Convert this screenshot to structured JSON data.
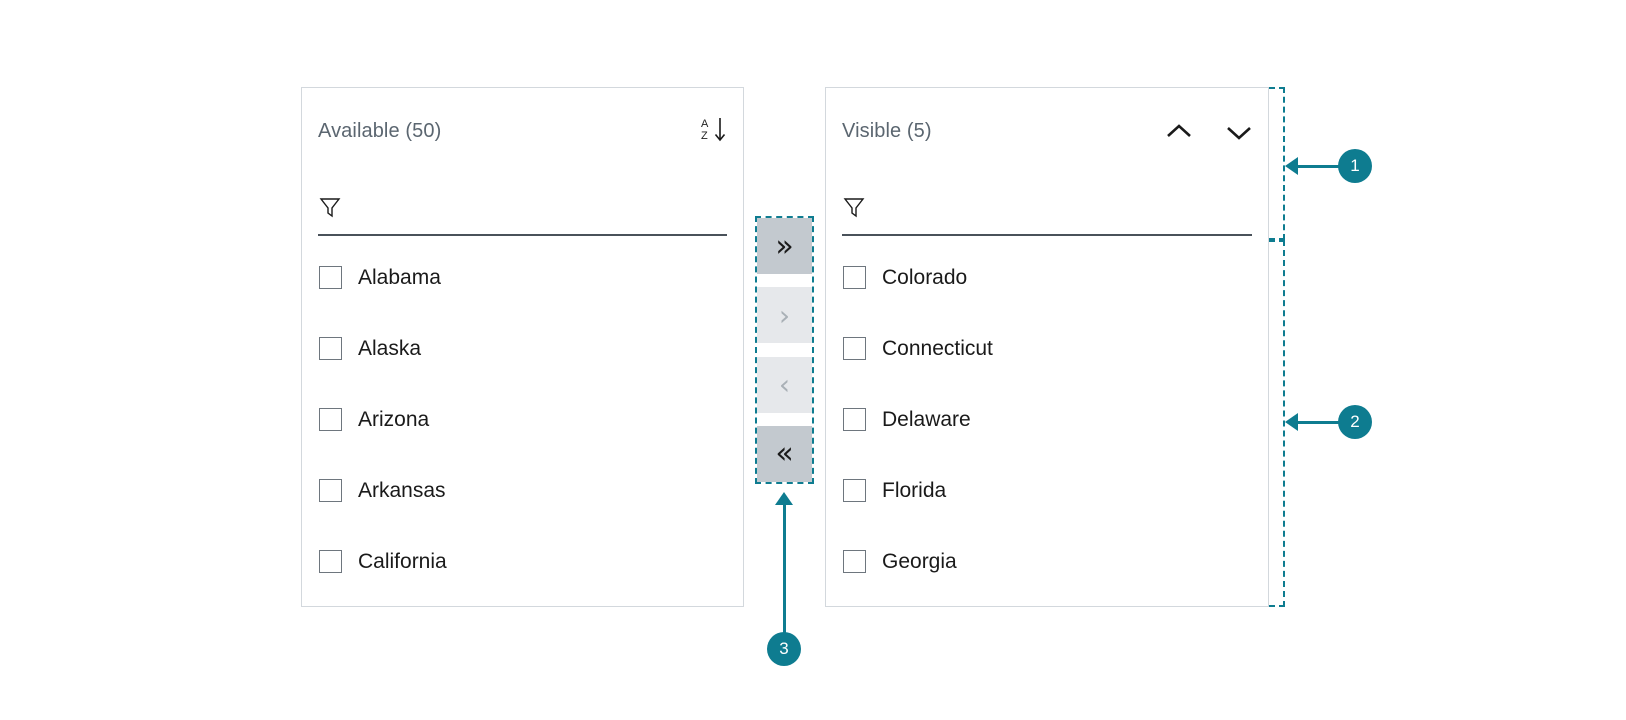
{
  "colors": {
    "accent_teal": "#0e7c90",
    "panel_border": "#d3d8dd",
    "title_text": "#5b6670",
    "item_text": "#1a1a1a",
    "filter_underline": "#4a525a",
    "button_enabled_bg": "#c3c9cf",
    "button_disabled_bg": "#e6e8eb",
    "button_disabled_icon": "#a9b0b6"
  },
  "available_panel": {
    "title": "Available (50)",
    "sort_icon_name": "sort-az-icon",
    "sort_icon_letters": {
      "top": "A",
      "bottom": "Z",
      "arrow": "↓"
    },
    "filter": {
      "icon": "filter-funnel-icon",
      "value": "",
      "placeholder": ""
    },
    "items": [
      {
        "label": "Alabama",
        "checked": false
      },
      {
        "label": "Alaska",
        "checked": false
      },
      {
        "label": "Arizona",
        "checked": false
      },
      {
        "label": "Arkansas",
        "checked": false
      },
      {
        "label": "California",
        "checked": false
      }
    ]
  },
  "visible_panel": {
    "title": "Visible (5)",
    "move_up_icon": "chevron-up-icon",
    "move_down_icon": "chevron-down-icon",
    "filter": {
      "icon": "filter-funnel-icon",
      "value": "",
      "placeholder": ""
    },
    "items": [
      {
        "label": "Colorado",
        "checked": false
      },
      {
        "label": "Connecticut",
        "checked": false
      },
      {
        "label": "Delaware",
        "checked": false
      },
      {
        "label": "Florida",
        "checked": false
      },
      {
        "label": "Georgia",
        "checked": false
      }
    ]
  },
  "transfer_buttons": [
    {
      "name": "move-all-right-button",
      "glyph": "»",
      "state": "enabled"
    },
    {
      "name": "move-selected-right-button",
      "glyph": "›",
      "state": "disabled"
    },
    {
      "name": "move-selected-left-button",
      "glyph": "‹",
      "state": "disabled"
    },
    {
      "name": "move-all-left-button",
      "glyph": "«",
      "state": "enabled"
    }
  ],
  "annotations": [
    {
      "number": "1"
    },
    {
      "number": "2"
    },
    {
      "number": "3"
    }
  ]
}
